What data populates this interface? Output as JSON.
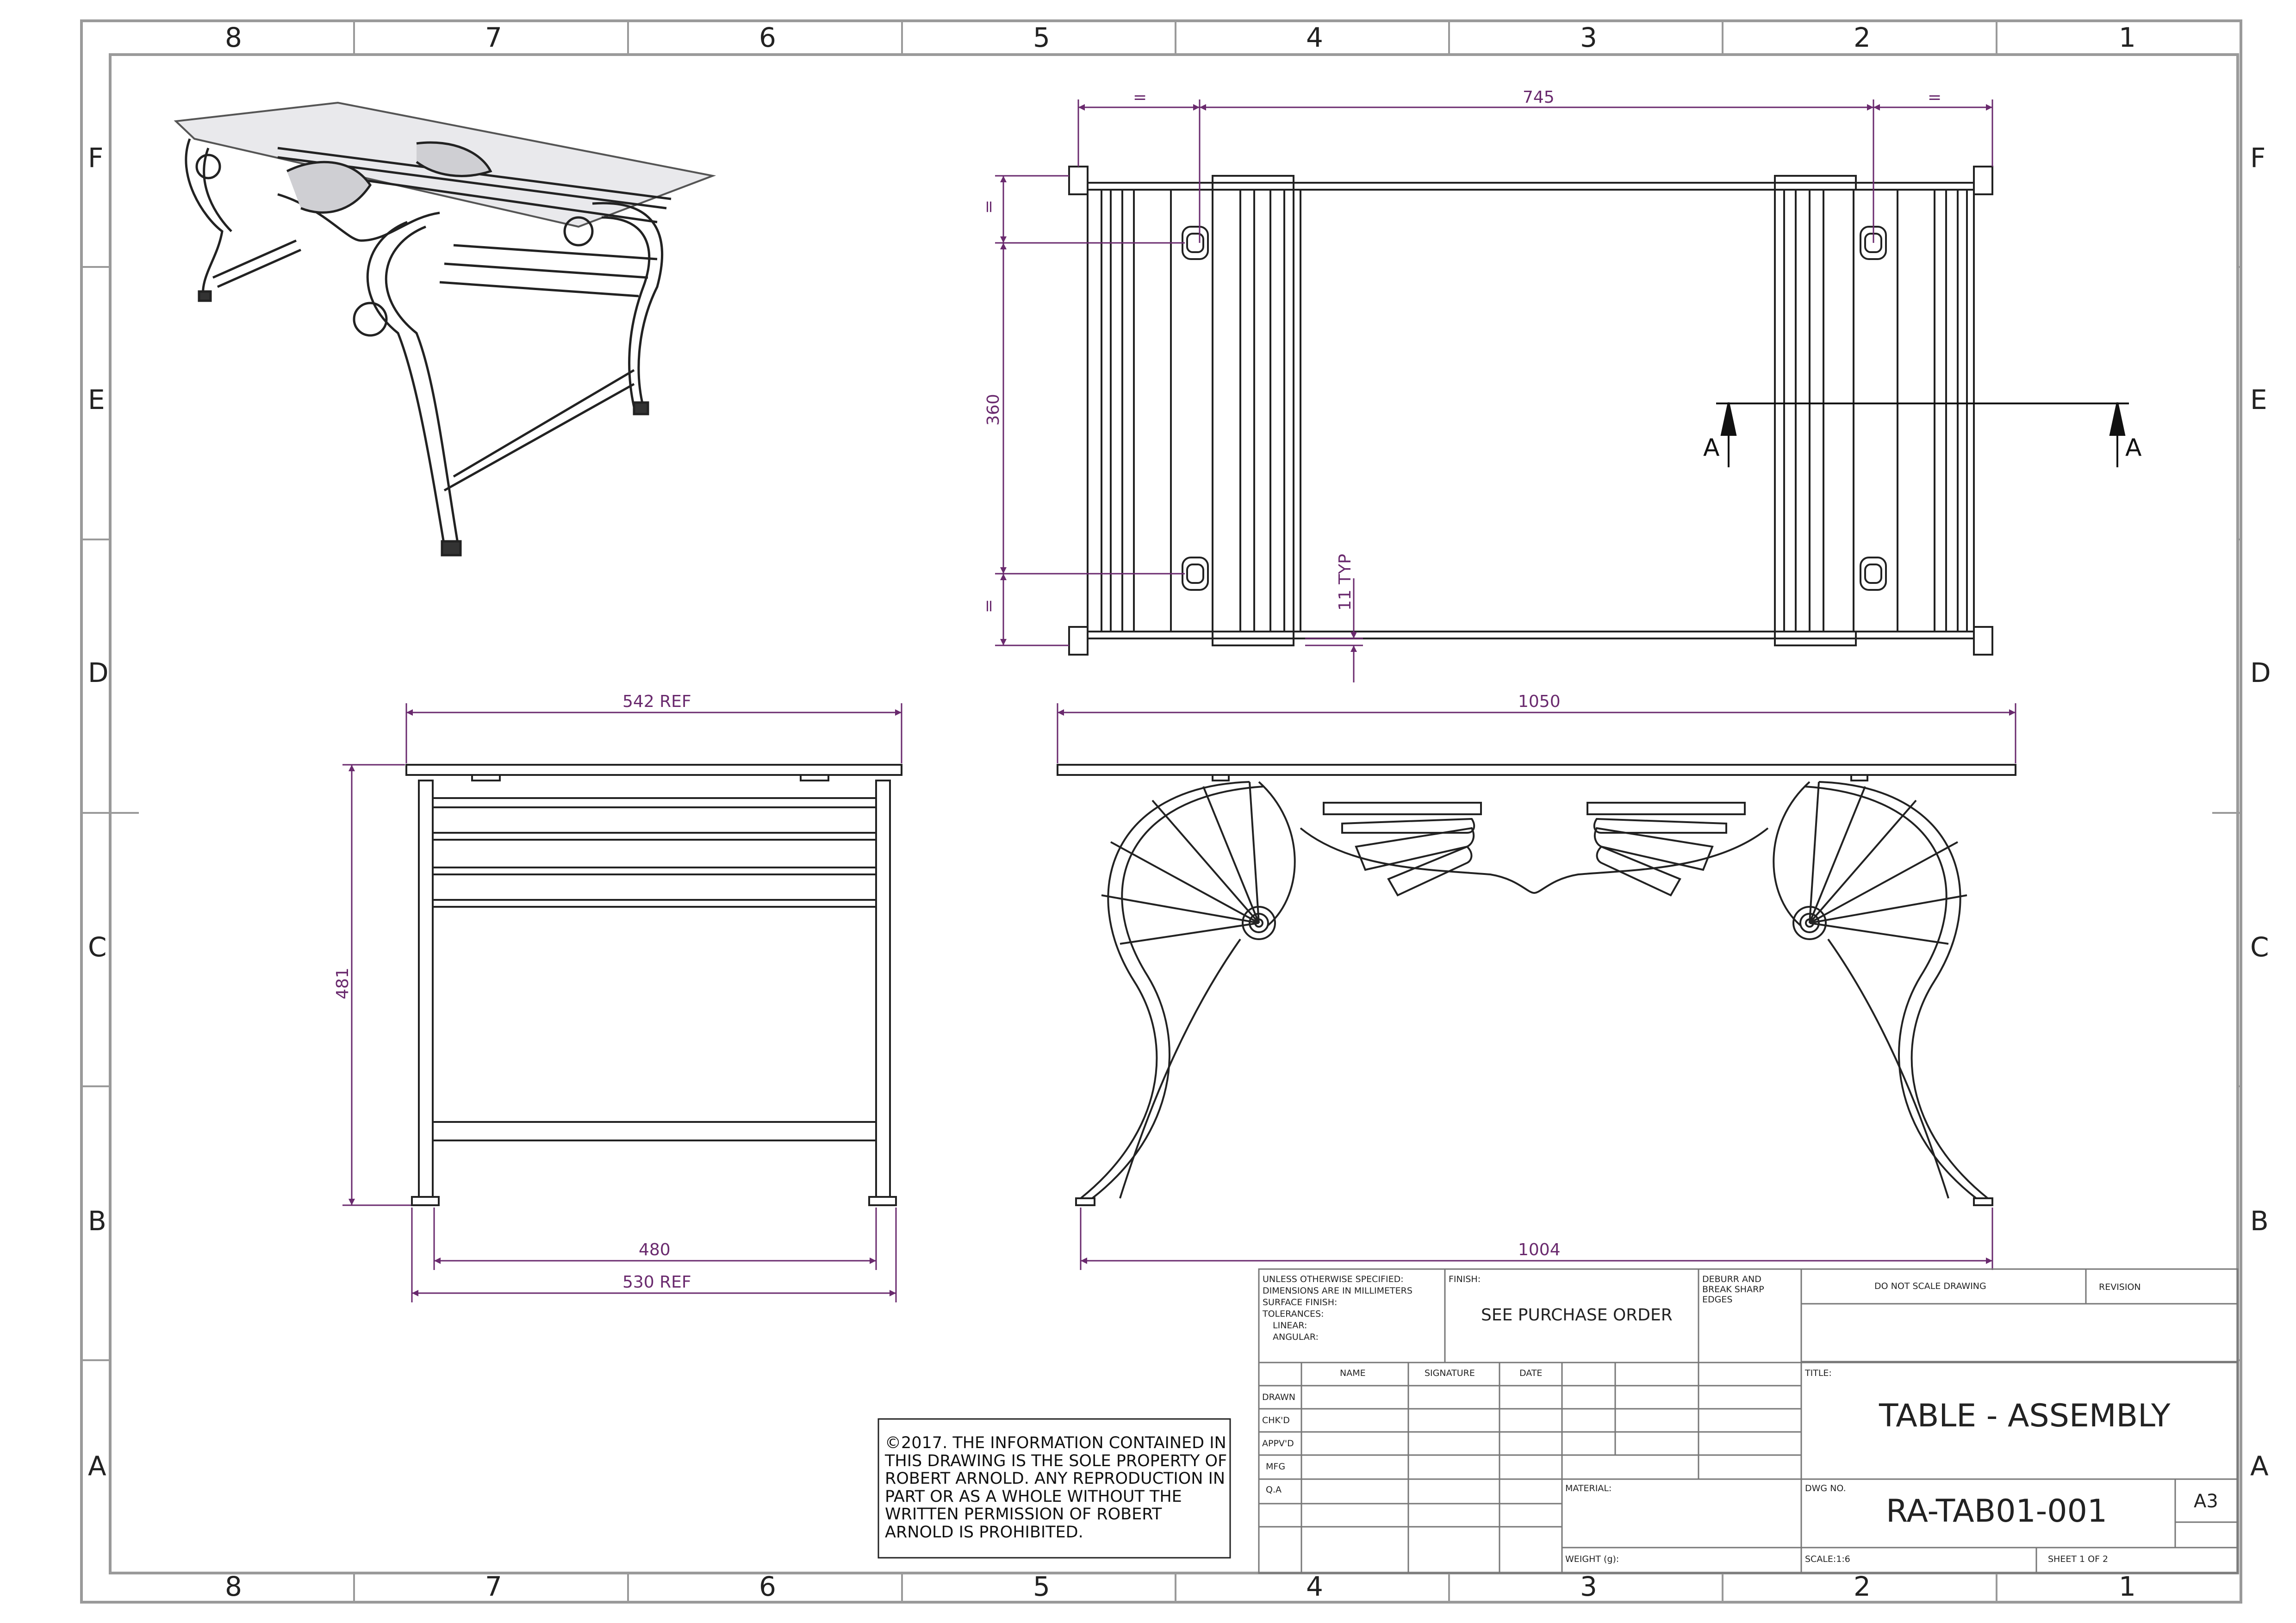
{
  "sheet": {
    "columns": [
      "8",
      "7",
      "6",
      "5",
      "4",
      "3",
      "2",
      "1"
    ],
    "rows": [
      "F",
      "E",
      "D",
      "C",
      "B",
      "A"
    ]
  },
  "dimensions": {
    "top_left_eq": "=",
    "top_span": "745",
    "top_right_eq": "=",
    "left_height": "360",
    "left_eq_top": "=",
    "left_eq_bottom": "=",
    "foot_typ": "11 TYP",
    "section_label": "A",
    "side_top": "542 REF",
    "side_height": "481",
    "side_bottom_inner": "480",
    "side_bottom_outer": "530 REF",
    "front_top": "1050",
    "front_bottom": "1004"
  },
  "copyright": "©2017. THE INFORMATION CONTAINED IN THIS DRAWING IS THE SOLE PROPERTY OF ROBERT ARNOLD. ANY REPRODUCTION IN PART OR AS A WHOLE WITHOUT THE WRITTEN PERMISSION OF ROBERT ARNOLD IS PROHIBITED.",
  "title_block": {
    "spec_lines": [
      "UNLESS OTHERWISE SPECIFIED:",
      "DIMENSIONS ARE IN MILLIMETERS",
      "SURFACE FINISH:",
      "TOLERANCES:",
      "LINEAR:",
      "ANGULAR:"
    ],
    "finish_label": "FINISH:",
    "finish_value": "SEE PURCHASE ORDER",
    "deburr": "DEBURR AND BREAK SHARP EDGES",
    "do_not_scale": "DO NOT SCALE DRAWING",
    "revision_label": "REVISION",
    "col_name": "NAME",
    "col_signature": "SIGNATURE",
    "col_date": "DATE",
    "row_labels": [
      "DRAWN",
      "CHK'D",
      "APPV'D",
      "MFG",
      "Q.A"
    ],
    "title_label": "TITLE:",
    "title_value": "TABLE - ASSEMBLY",
    "material_label": "MATERIAL:",
    "dwg_label": "DWG NO.",
    "dwg_value": "RA-TAB01-001",
    "size": "A3",
    "weight_label": "WEIGHT (g):",
    "scale": "SCALE:1:6",
    "sheet": "SHEET 1 OF 2"
  },
  "colors": {
    "line": "#222222",
    "dimension": "#6a2a6e",
    "border": "#9a9a9a"
  }
}
